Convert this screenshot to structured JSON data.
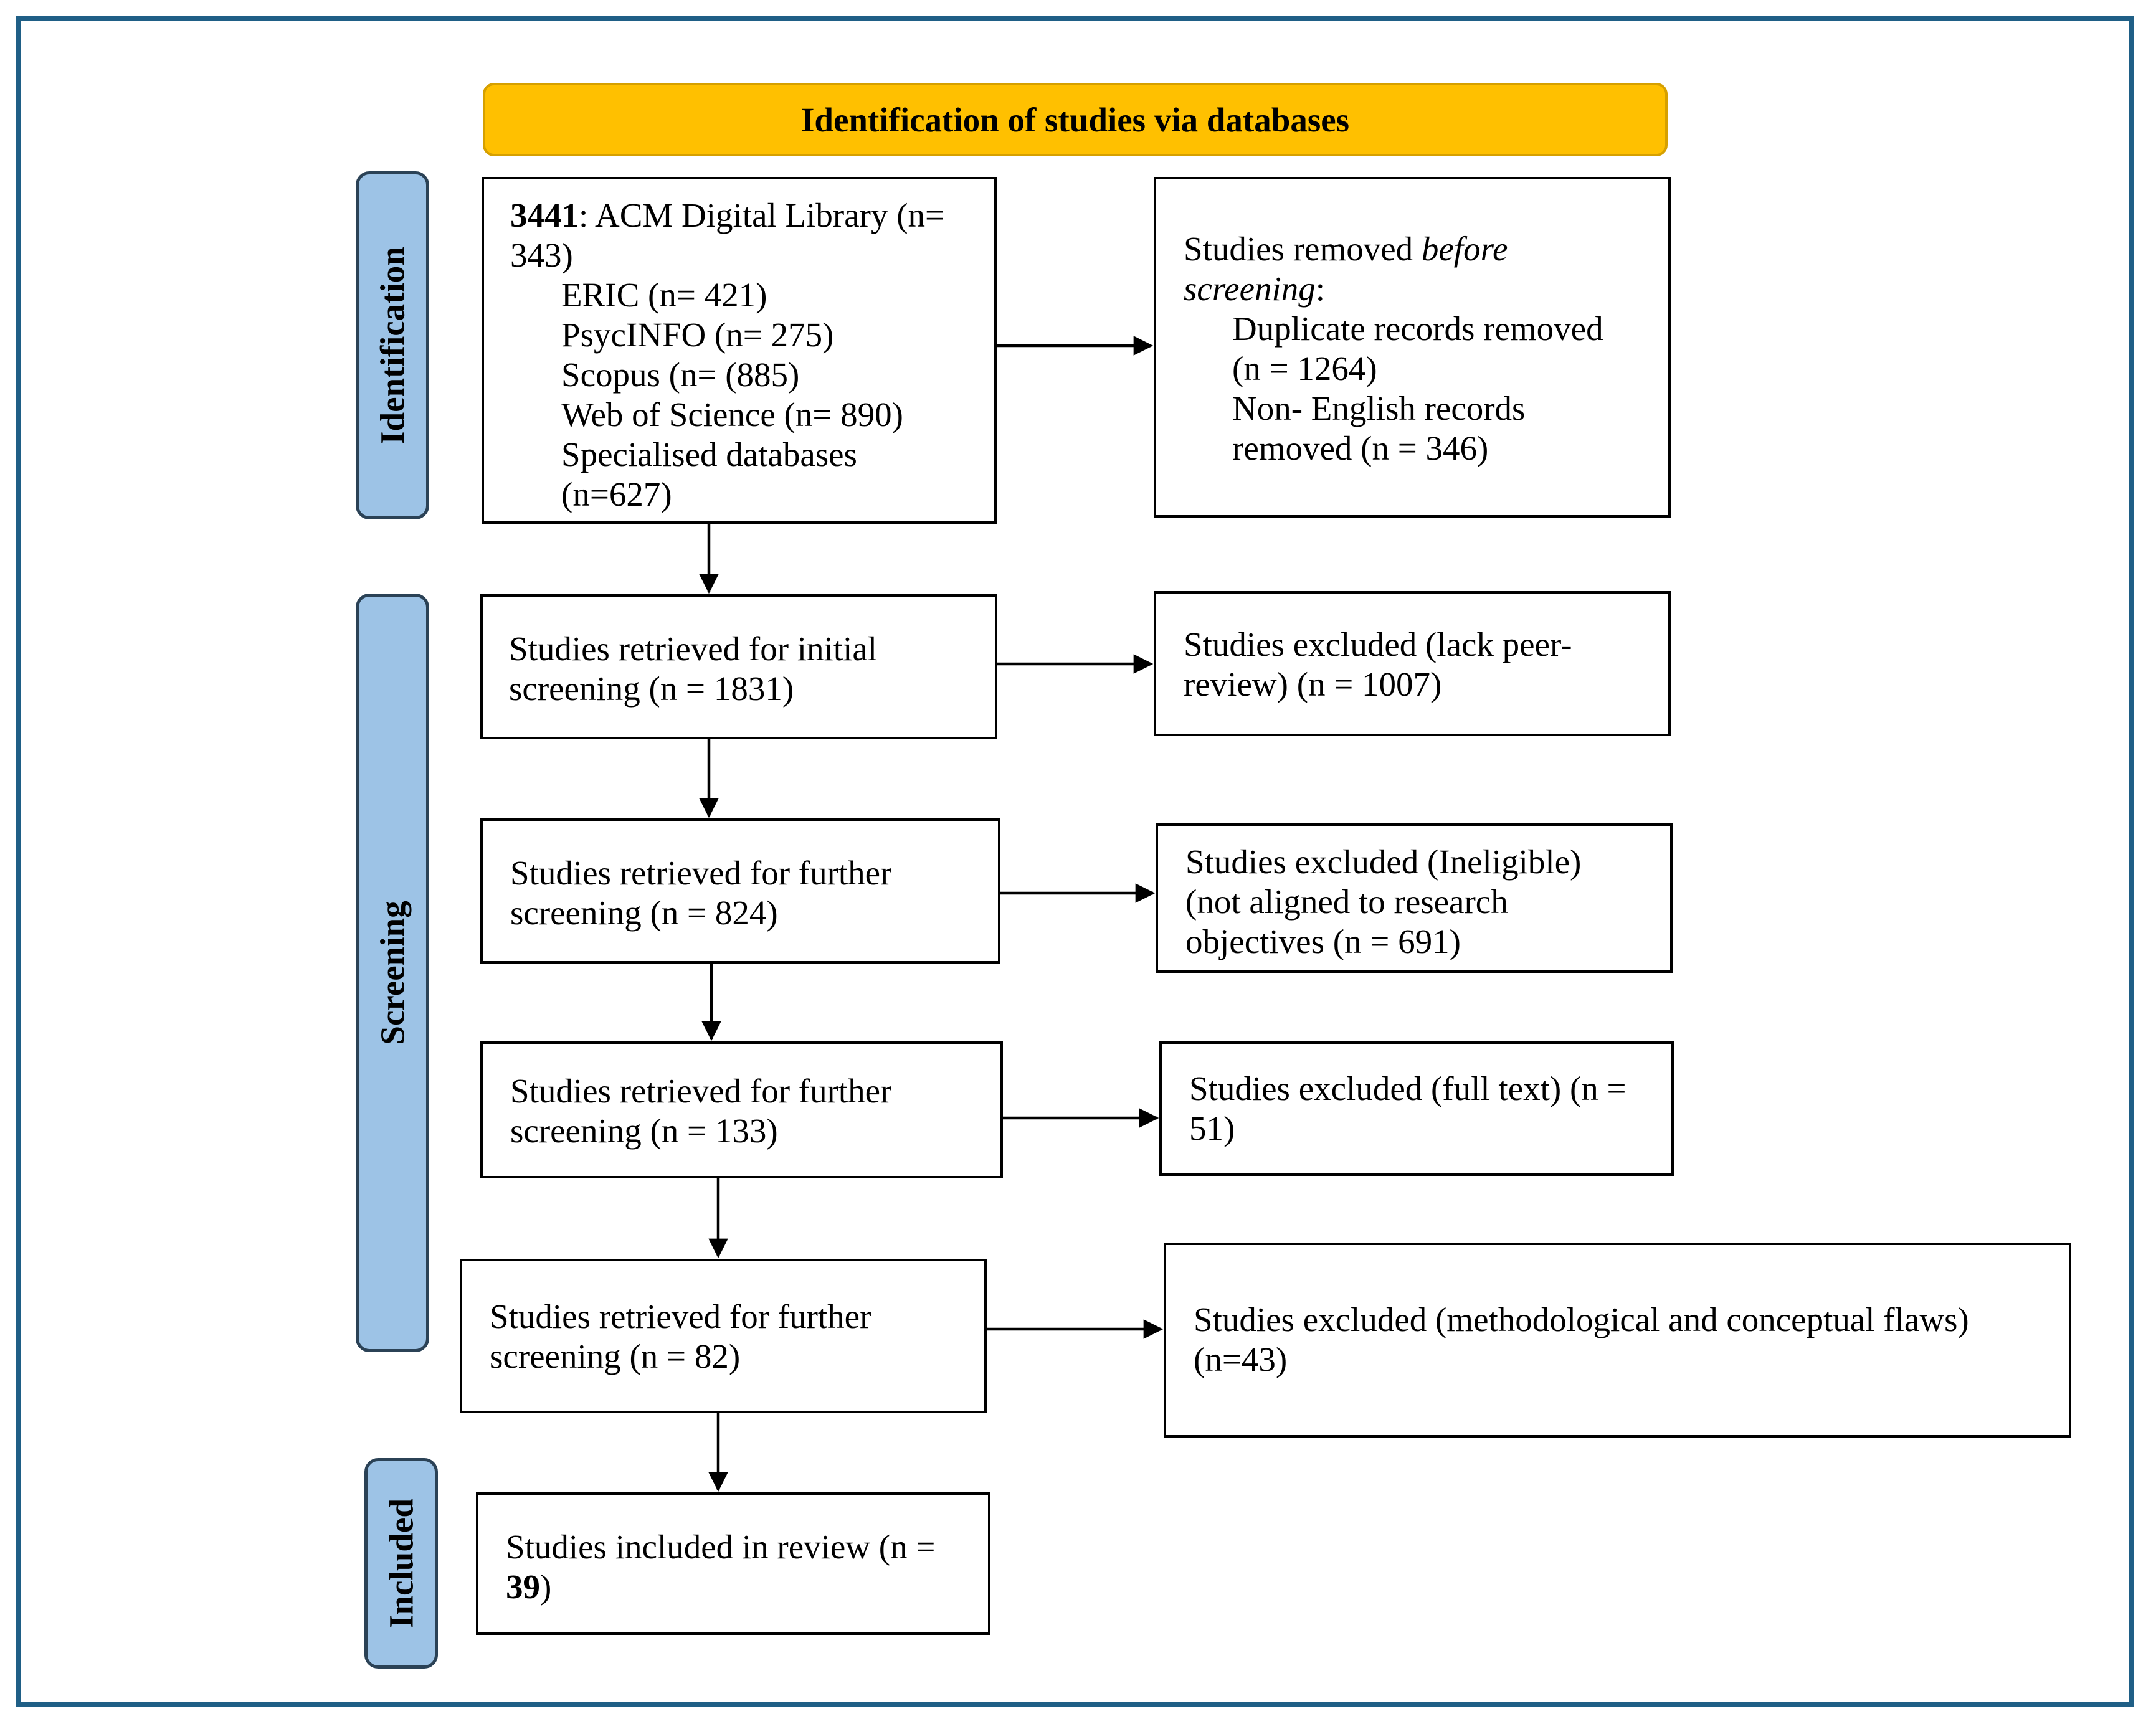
{
  "header": "Identification of studies via databases",
  "stages": {
    "identification": "Identification",
    "screening": "Screening",
    "included": "Included"
  },
  "identification_box": {
    "total": "3441",
    "line1_rest": ": ACM Digital Library (n=",
    "line2": "343)",
    "line3": "ERIC (n= 421)",
    "line4": "PsycINFO (n= 275)",
    "line5": "Scopus (n= (885)",
    "line6": "Web of Science (n= 890)",
    "line7": "Specialised databases",
    "line8": "(n=627)"
  },
  "removed_box": {
    "line1_pre": "Studies removed ",
    "line1_em": "before",
    "line2_em": "screening",
    "line2_rest": ":",
    "line3": "Duplicate records removed",
    "line4": "(n = 1264)",
    "line5": "Non- English records",
    "line6": "removed (n = 346)"
  },
  "screen1": {
    "line1": "Studies retrieved for initial",
    "line2": "screening (n = 1831)"
  },
  "excl1": {
    "line1": "Studies excluded (lack peer-",
    "line2": "review) (n = 1007)"
  },
  "screen2": {
    "line1": "Studies retrieved for further",
    "line2": "screening (n = 824)"
  },
  "excl2": {
    "line1": "Studies excluded (Ineligible)",
    "line2": "(not aligned to research",
    "line3": "objectives (n = 691)"
  },
  "screen3": {
    "line1": "Studies retrieved for further",
    "line2": "screening (n = 133)"
  },
  "excl3": {
    "line1": "Studies excluded (full text) (n =",
    "line2": "51)"
  },
  "screen4": {
    "line1": "Studies retrieved for further",
    "line2": "screening (n = 82)"
  },
  "excl4": {
    "line1": "Studies excluded (methodological and conceptual flaws)",
    "line2": "(n=43)"
  },
  "included_box": {
    "line1": "Studies included in review (n =",
    "line2_bold": "39",
    "line2_rest": ")"
  }
}
